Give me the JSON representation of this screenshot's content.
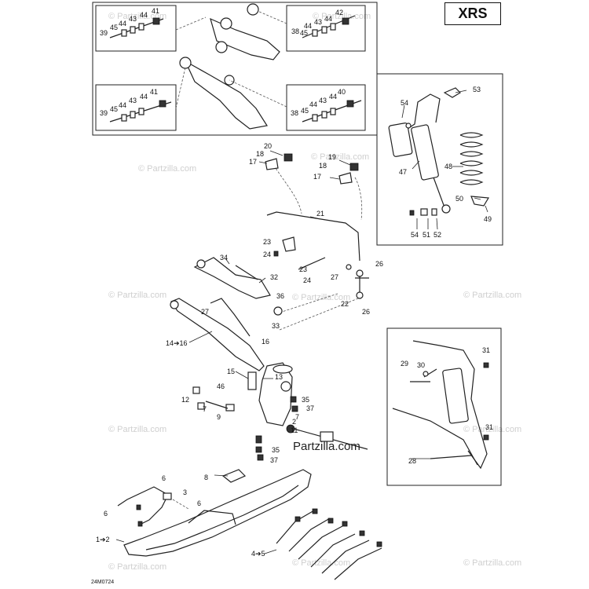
{
  "model_badge": "XRS",
  "drawing_code": "24M0724",
  "watermarks": [
    "© Partzilla.com"
  ],
  "main_watermark": "Partzilla.com",
  "callouts": [
    "39",
    "45",
    "44",
    "43",
    "44",
    "41",
    "42",
    "44",
    "43",
    "44",
    "45",
    "38",
    "39",
    "45",
    "44",
    "43",
    "44",
    "41",
    "40",
    "44",
    "43",
    "44",
    "45",
    "38",
    "53",
    "54",
    "47",
    "48",
    "50",
    "49",
    "54",
    "51",
    "52",
    "20",
    "18",
    "17",
    "19",
    "18",
    "17",
    "21",
    "23",
    "24",
    "34",
    "32",
    "23",
    "24",
    "27",
    "26",
    "22",
    "26",
    "36",
    "27",
    "33",
    "14➔16",
    "16",
    "15",
    "13",
    "46",
    "12",
    "7",
    "9",
    "35",
    "37",
    "7",
    "2",
    "11",
    "35",
    "37",
    "8",
    "6",
    "3",
    "6",
    "6",
    "1➔2",
    "4➔5",
    "31",
    "29",
    "30",
    "31",
    "28"
  ]
}
